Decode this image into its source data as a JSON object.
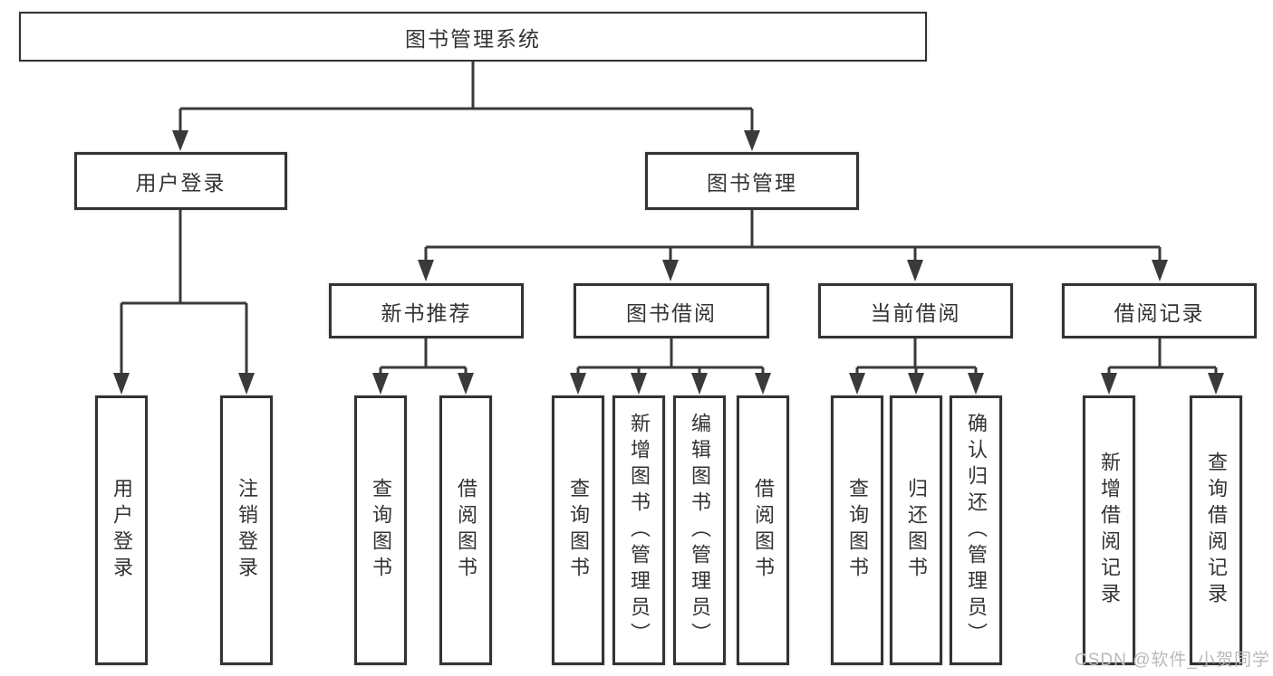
{
  "diagram": {
    "tree": {
      "label": "图书管理系统",
      "children": [
        {
          "label": "用户登录",
          "children": [
            {
              "label": "用户登录"
            },
            {
              "label": "注销登录"
            }
          ]
        },
        {
          "label": "图书管理",
          "children": [
            {
              "label": "新书推荐",
              "children": [
                {
                  "label": "查询图书"
                },
                {
                  "label": "借阅图书"
                }
              ]
            },
            {
              "label": "图书借阅",
              "children": [
                {
                  "label": "查询图书"
                },
                {
                  "label": "新增图书（管理员）"
                },
                {
                  "label": "编辑图书（管理员）"
                },
                {
                  "label": "借阅图书"
                }
              ]
            },
            {
              "label": "当前借阅",
              "children": [
                {
                  "label": "查询图书"
                },
                {
                  "label": "归还图书"
                },
                {
                  "label": "确认归还（管理员）"
                }
              ]
            },
            {
              "label": "借阅记录",
              "children": [
                {
                  "label": "新增借阅记录"
                },
                {
                  "label": "查询借阅记录"
                }
              ]
            }
          ]
        }
      ]
    },
    "watermark": "CSDN @软件_小贺同学"
  }
}
